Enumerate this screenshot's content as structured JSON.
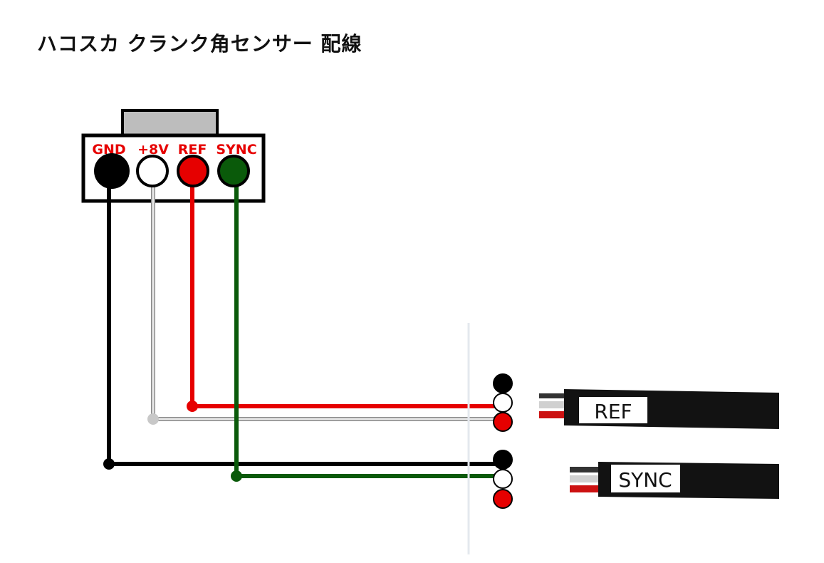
{
  "title": "ハコスカ クランク角センサー 配線",
  "colors": {
    "gnd": "#000000",
    "plus8v": "#c8c8c8",
    "ref": "#e60000",
    "sync": "#0a5a0a",
    "label_text": "#e60000",
    "housing": "#000000",
    "housing_tab": "#bdbdbd"
  },
  "connector": {
    "pins": [
      {
        "name": "GND"
      },
      {
        "name": "+8V"
      },
      {
        "name": "REF"
      },
      {
        "name": "SYNC"
      }
    ]
  },
  "cables": [
    {
      "label": "REF"
    },
    {
      "label": "SYNC"
    }
  ]
}
